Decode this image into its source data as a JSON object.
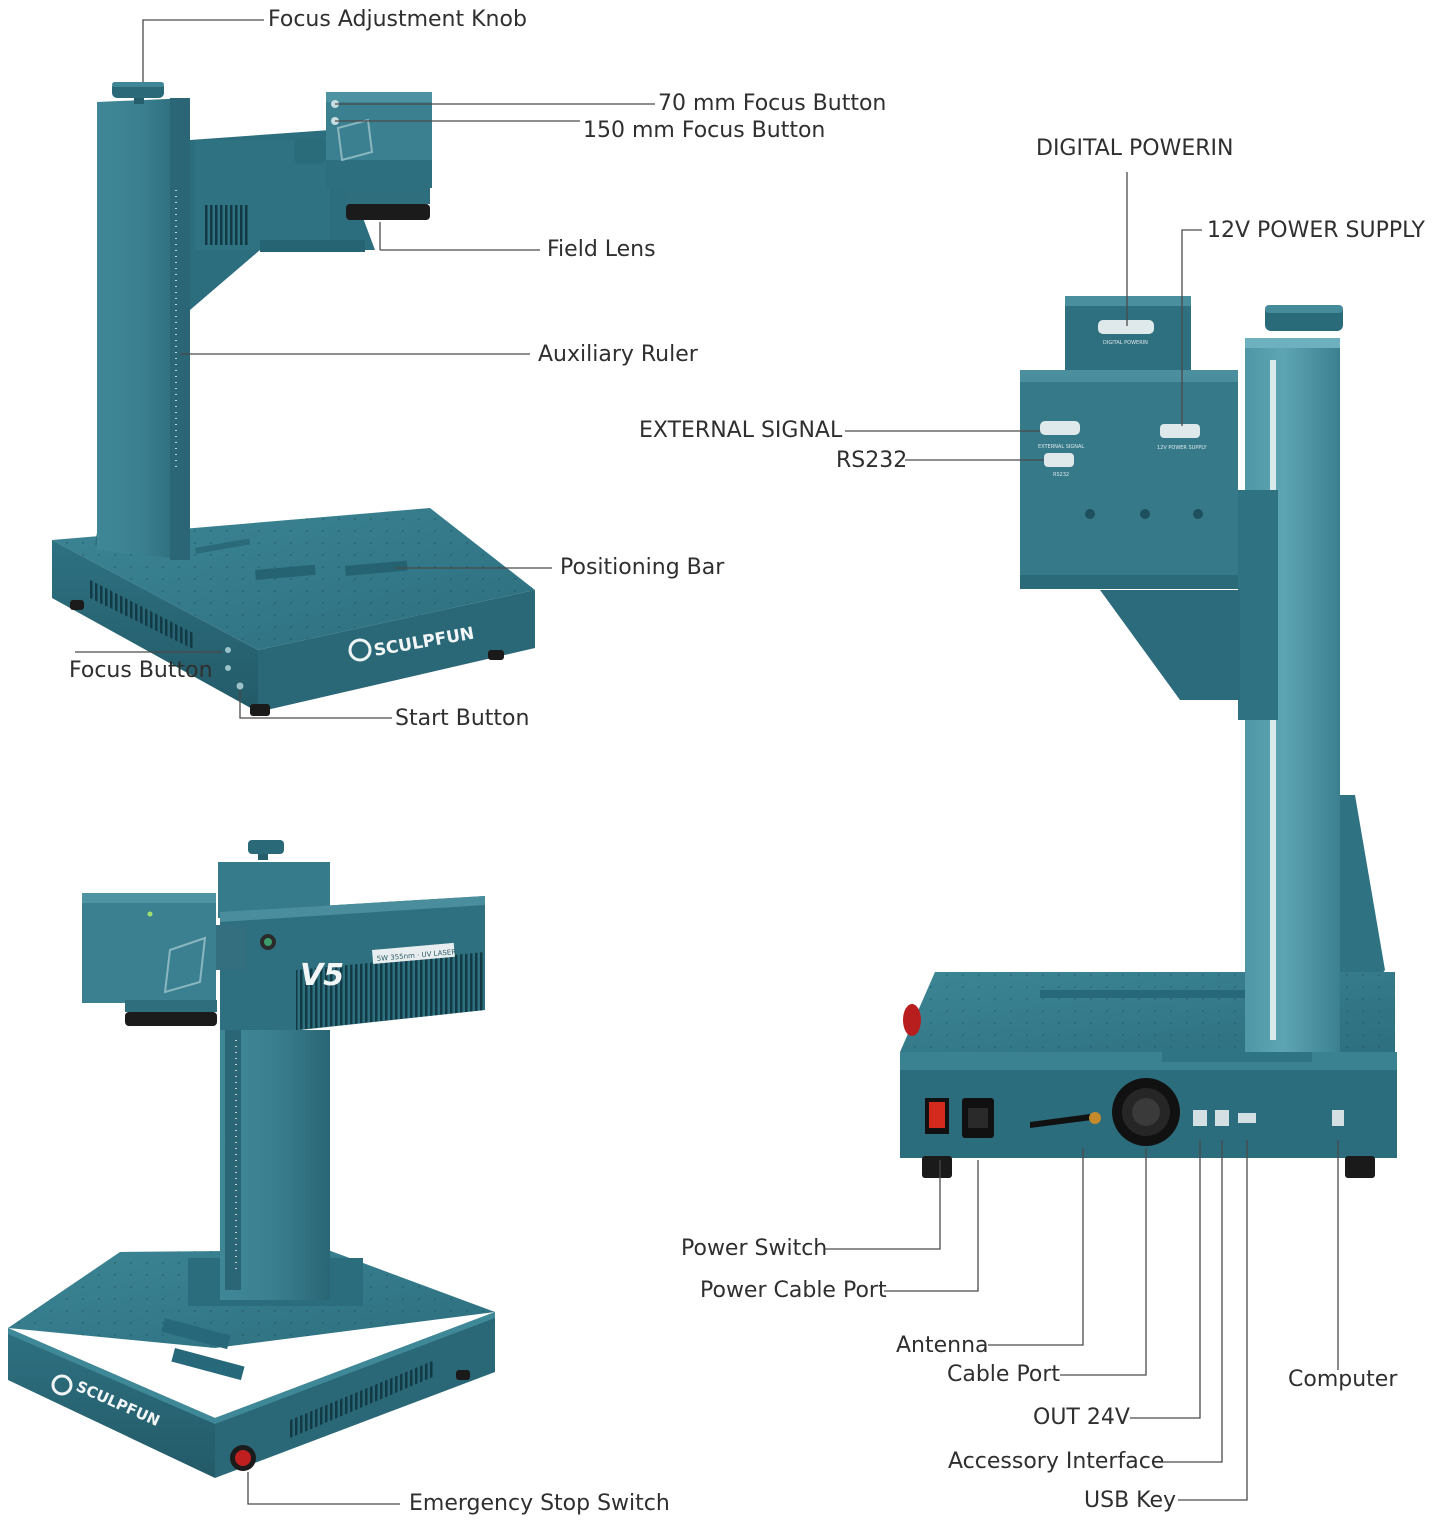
{
  "labels": {
    "focus_knob": "Focus Adjustment Knob",
    "focus_70": "70 mm Focus Button",
    "focus_150": "150 mm Focus Button",
    "field_lens": "Field Lens",
    "aux_ruler": "Auxiliary Ruler",
    "positioning_bar": "Positioning Bar",
    "focus_button": "Focus Button",
    "start_button": "Start Button",
    "emergency_stop": "Emergency Stop Switch",
    "digital_powerin": "DIGITAL POWERIN",
    "power_12v": "12V POWER SUPPLY",
    "external_signal": "EXTERNAL SIGNAL",
    "rs232": "RS232",
    "power_switch": "Power Switch",
    "power_cable_port": "Power Cable Port",
    "antenna": "Antenna",
    "cable_port": "Cable Port",
    "out_24v": "OUT 24V",
    "accessory_interface": "Accessory Interface",
    "usb_key": "USB Key",
    "computer": "Computer"
  },
  "product": {
    "brand": "SCULPFUN",
    "model": "V5",
    "spec": "5W 355nm · UV LASER",
    "panel_digital": "DIGITAL POWERIN",
    "panel_external": "EXTERNAL SIGNAL",
    "panel_12v": "12V POWER SUPPLY",
    "panel_rs232": "RS232"
  },
  "colors": {
    "body": "#2f7384",
    "body_dark": "#1f5462",
    "body_light": "#5fa0ae",
    "lens_black": "#1b1b1b",
    "leader_line": "#4a4a4a",
    "label_text": "#2f2f2f",
    "emergency_red": "#b81e1e",
    "switch_red": "#d42a1e",
    "antenna_gold": "#c48a2c"
  }
}
